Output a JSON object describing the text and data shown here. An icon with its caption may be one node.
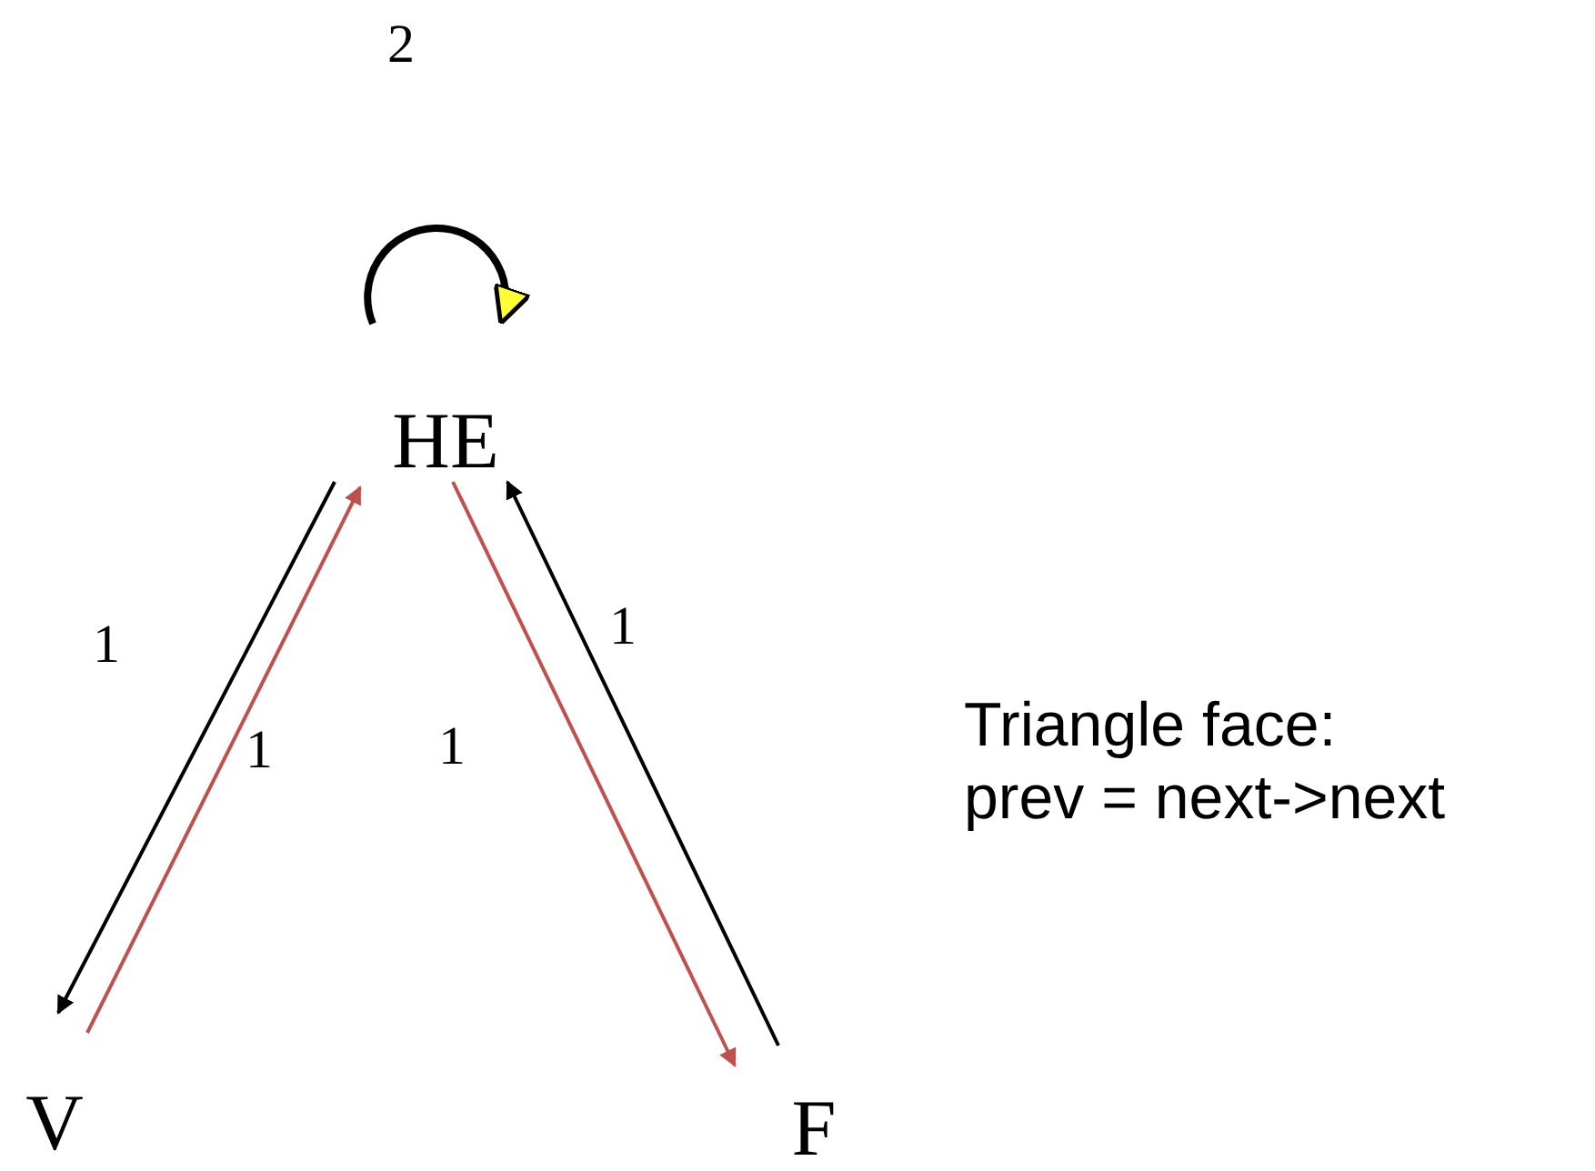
{
  "diagram": {
    "nodes": [
      {
        "text": [
          "HE"
        ]
      },
      {
        "text": [
          "V"
        ]
      },
      {
        "text": [
          "F"
        ]
      }
    ],
    "edges": [
      {
        "from": 0,
        "to": 0,
        "arrow": "to",
        "label": "2",
        "style": "thick"
      },
      {
        "from": 0,
        "to": 1,
        "arrow": "to",
        "label": "1"
      },
      {
        "from": 1,
        "to": 0,
        "arrow": "to",
        "label": "1",
        "color": "#c0504d"
      },
      {
        "from": 0,
        "to": 2,
        "arrow": "to",
        "label": "1",
        "color": "#c0504d"
      },
      {
        "from": 2,
        "to": 0,
        "arrow": "to",
        "label": "1"
      }
    ],
    "labels": [
      "Triangle face:",
      "prev = next->next"
    ]
  }
}
